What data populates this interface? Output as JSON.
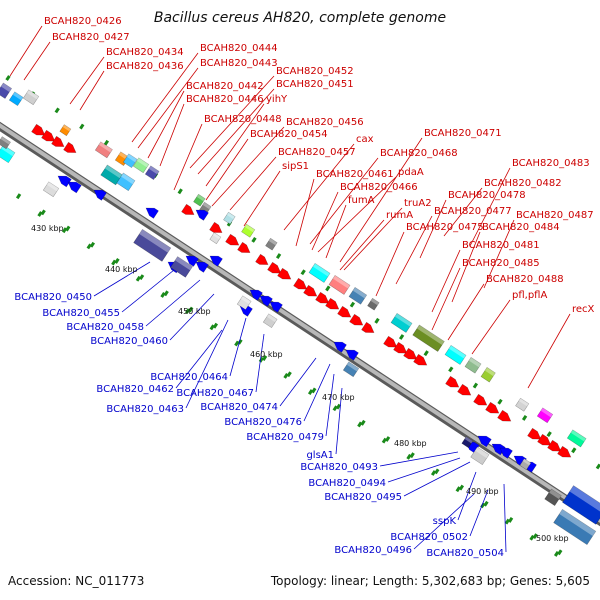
{
  "title": "Bacillus cereus AH820, complete genome",
  "footer": {
    "accession": "Accession: NC_011773",
    "topology": "Topology: linear; Length: 5,302,683 bp; Genes: 5,605"
  },
  "colors": {
    "forward_label": "#cc0000",
    "reverse_label": "#0000cc",
    "backbone": "#8a8a8a",
    "tick": "#1a8a1a",
    "forward_arrow": "#ff0000",
    "reverse_arrow": "#0000ff"
  },
  "scale_labels": [
    "430 kbp",
    "440 kbp",
    "450 kbp",
    "460 kbp",
    "470 kbp",
    "480 kbp",
    "490 kbp",
    "500 kbp"
  ],
  "forward_labels": [
    "BCAH820_0426",
    "BCAH820_0427",
    "BCAH820_0434",
    "BCAH820_0436",
    "BCAH820_0444",
    "BCAH820_0443",
    "BCAH820_0452",
    "BCAH820_0451",
    "BCAH820_0442",
    "BCAH820_0446",
    "yihY",
    "BCAH820_0448",
    "BCAH820_0456",
    "BCAH820_0454",
    "cax",
    "BCAH820_0457",
    "sipS1",
    "BCAH820_0468",
    "BCAH820_0471",
    "BCAH820_0461",
    "pdaA",
    "BCAH820_0466",
    "fumA",
    "truA2",
    "rumA",
    "BCAH820_0483",
    "BCAH820_0482",
    "BCAH820_0478",
    "BCAH820_0477",
    "BCAH820_0475",
    "BCAH820_0487",
    "BCAH820_0484",
    "BCAH820_0481",
    "BCAH820_0485",
    "BCAH820_0488",
    "pfl,pflA",
    "recX"
  ],
  "reverse_labels": [
    "BCAH820_0450",
    "BCAH820_0455",
    "BCAH820_0458",
    "BCAH820_0460",
    "BCAH820_0464",
    "BCAH820_0462",
    "BCAH820_0467",
    "BCAH820_0463",
    "BCAH820_0474",
    "BCAH820_0476",
    "BCAH820_0479",
    "glsA1",
    "BCAH820_0493",
    "BCAH820_0494",
    "BCAH820_0495",
    "sspK",
    "BCAH820_0502",
    "BCAH820_0496",
    "BCAH820_0504"
  ]
}
